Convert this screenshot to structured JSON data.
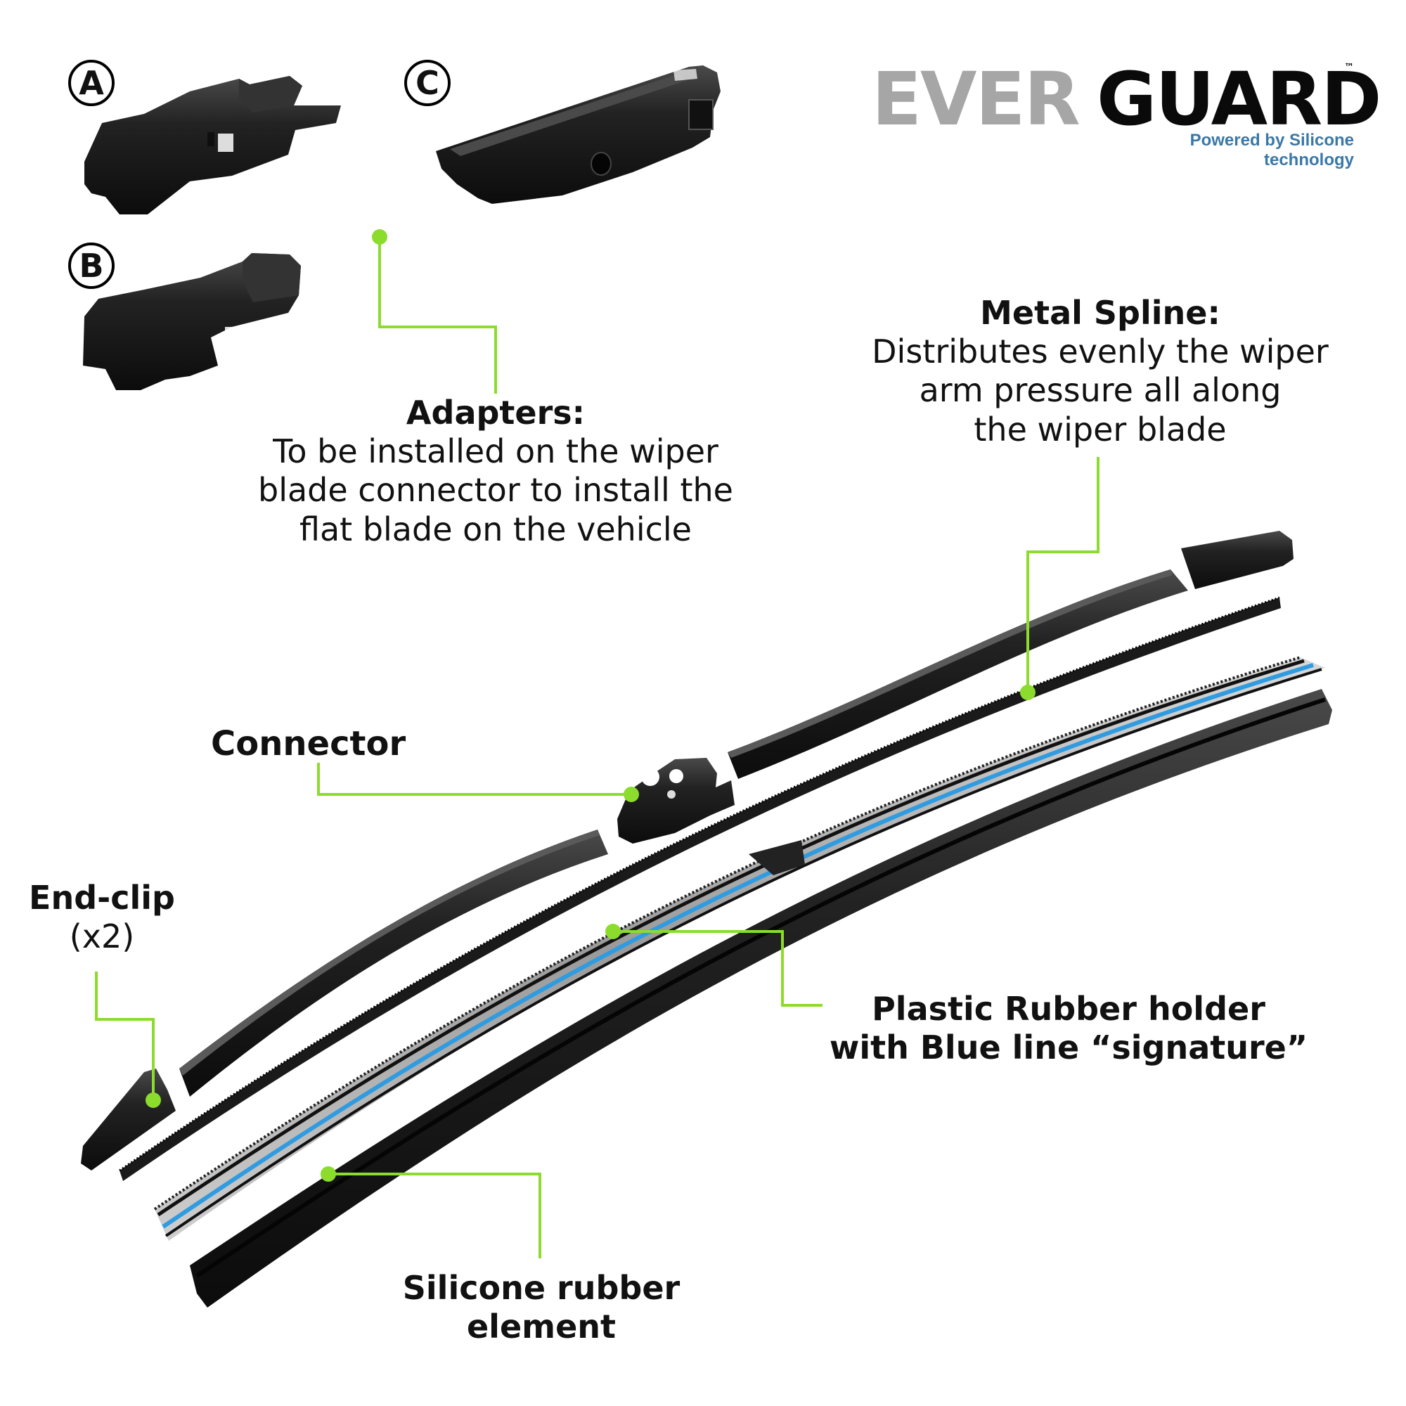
{
  "brand": {
    "name_part1": "EVER",
    "name_part2": "GUARD",
    "trademark": "™",
    "tagline": "Powered by Silicone technology"
  },
  "adapters": {
    "a_letter": "A",
    "b_letter": "B",
    "c_letter": "C"
  },
  "callouts": {
    "adapters": {
      "title": "Adapters:",
      "lines": [
        "To be installed on the wiper",
        "blade connector to install the",
        "flat blade on the vehicle"
      ]
    },
    "metal_spline": {
      "title": "Metal Spline:",
      "lines": [
        "Distributes evenly the wiper",
        "arm pressure all along",
        "the wiper blade"
      ]
    },
    "connector": {
      "title": "Connector"
    },
    "end_clip": {
      "title": "End-clip",
      "sub": "(x2)"
    },
    "plastic_holder": {
      "lines": [
        "Plastic Rubber holder",
        "with Blue line “signature”"
      ]
    },
    "silicone_rubber": {
      "lines": [
        "Silicone rubber",
        "element"
      ]
    }
  },
  "colors": {
    "leader": "#8bdc2c",
    "part": "#1b1b1b",
    "part_highlight": "#3a3a3a",
    "blue_line": "#2f9be0",
    "holder_grey": "#8a8a8a",
    "tagline": "#3a78a8"
  }
}
